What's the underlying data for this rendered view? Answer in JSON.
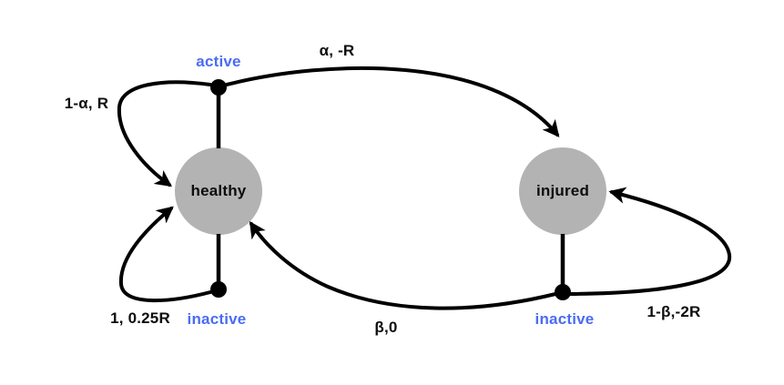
{
  "diagram_type": "mdp-state-transition",
  "states": [
    {
      "label": "healthy"
    },
    {
      "label": "injured"
    }
  ],
  "actions": [
    {
      "label": "active",
      "state": "healthy"
    },
    {
      "label": "inactive",
      "state": "healthy"
    },
    {
      "label": "inactive",
      "state": "injured"
    }
  ],
  "transitions": [
    {
      "label": "α, -R",
      "from": "healthy (active)",
      "to": "injured"
    },
    {
      "label": "1-α, R",
      "from": "healthy (active)",
      "to": "healthy"
    },
    {
      "label": "1, 0.25R",
      "from": "healthy (inactive)",
      "to": "healthy"
    },
    {
      "label": "β,0",
      "from": "injured (inactive)",
      "to": "healthy"
    },
    {
      "label": "1-β,-2R",
      "from": "injured (inactive)",
      "to": "injured"
    }
  ],
  "colors": {
    "state_fill": "#b3b3b3",
    "action_label": "#4a6cf3",
    "edge": "#000000",
    "state_text": "#0d0d0d",
    "background": "#ffffff"
  }
}
